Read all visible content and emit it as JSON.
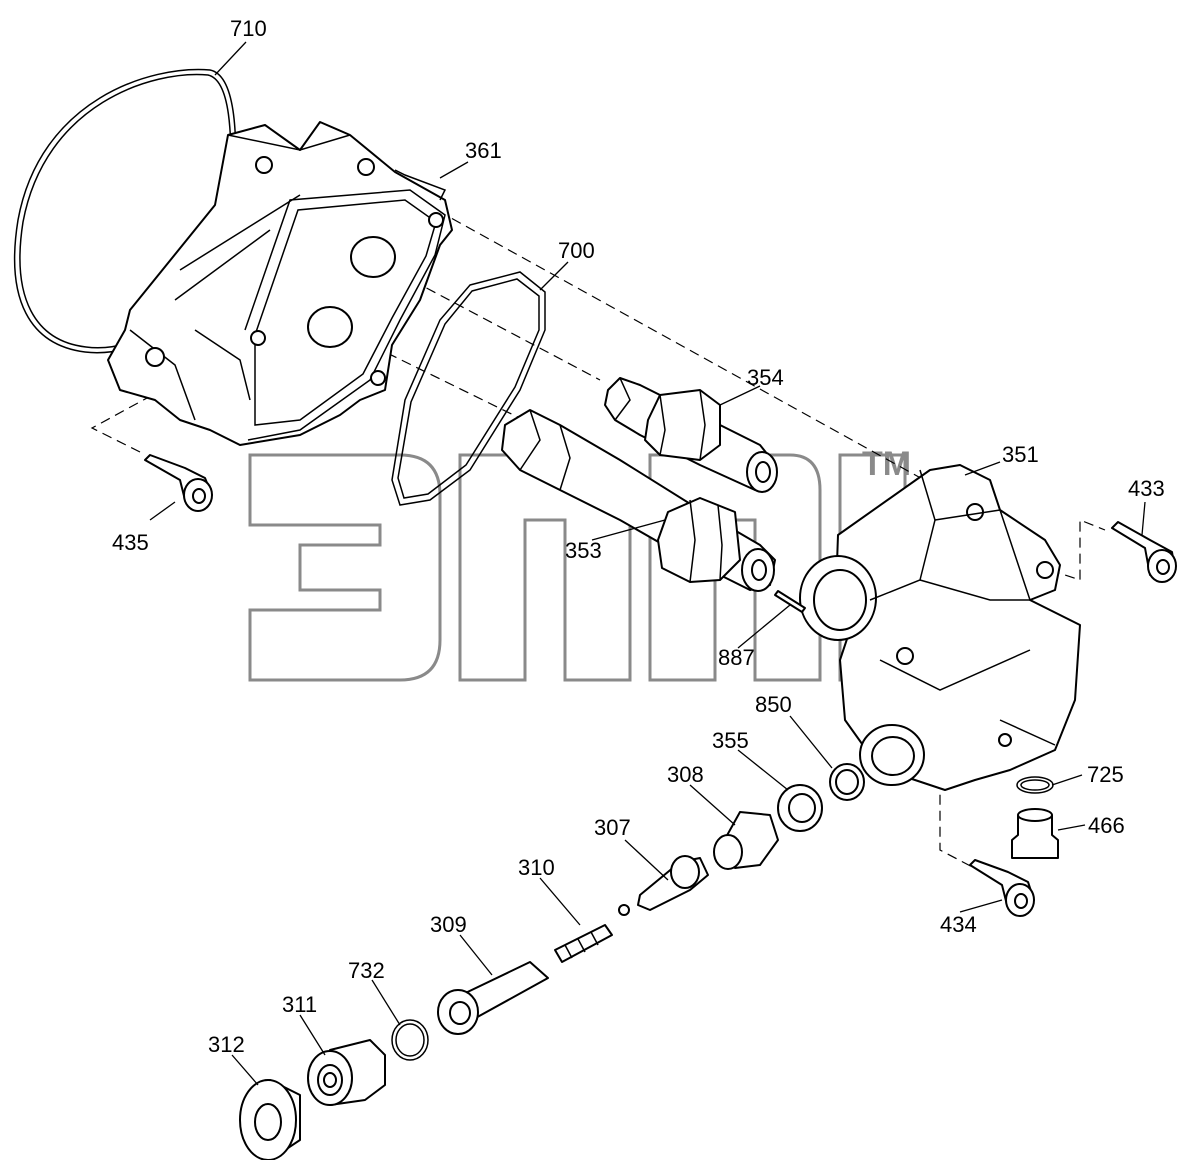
{
  "diagram": {
    "watermark_mark": "TM",
    "callouts": [
      {
        "id": "710",
        "text": "710"
      },
      {
        "id": "361",
        "text": "361"
      },
      {
        "id": "700",
        "text": "700"
      },
      {
        "id": "354",
        "text": "354"
      },
      {
        "id": "351",
        "text": "351"
      },
      {
        "id": "433",
        "text": "433"
      },
      {
        "id": "435",
        "text": "435"
      },
      {
        "id": "353",
        "text": "353"
      },
      {
        "id": "887",
        "text": "887"
      },
      {
        "id": "850",
        "text": "850"
      },
      {
        "id": "355",
        "text": "355"
      },
      {
        "id": "308",
        "text": "308"
      },
      {
        "id": "307",
        "text": "307"
      },
      {
        "id": "310",
        "text": "310"
      },
      {
        "id": "309",
        "text": "309"
      },
      {
        "id": "732",
        "text": "732"
      },
      {
        "id": "311",
        "text": "311"
      },
      {
        "id": "312",
        "text": "312"
      },
      {
        "id": "725",
        "text": "725"
      },
      {
        "id": "466",
        "text": "466"
      },
      {
        "id": "434",
        "text": "434"
      }
    ]
  }
}
